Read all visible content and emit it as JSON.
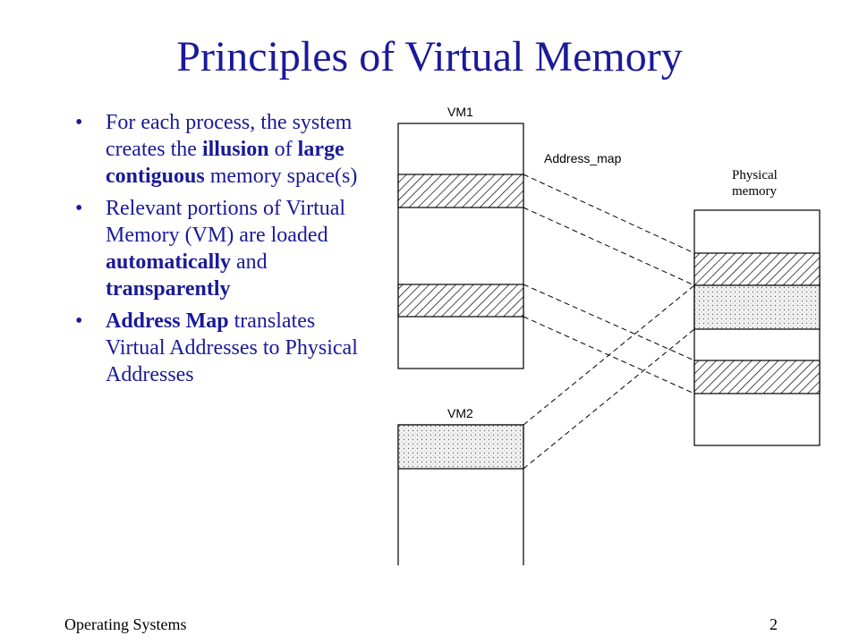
{
  "title": "Principles of Virtual Memory",
  "bullets": [
    {
      "parts": [
        {
          "text": "For each process, the system creates the ",
          "bold": false
        },
        {
          "text": "illusion",
          "bold": true
        },
        {
          "text": " of ",
          "bold": false
        },
        {
          "text": "large contiguous",
          "bold": true
        },
        {
          "text": " memory space(s)",
          "bold": false
        }
      ]
    },
    {
      "parts": [
        {
          "text": "Relevant portions of Virtual Memory (VM) are loaded ",
          "bold": false
        },
        {
          "text": "automatically",
          "bold": true
        },
        {
          "text": " and ",
          "bold": false
        },
        {
          "text": "transparently",
          "bold": true
        }
      ]
    },
    {
      "parts": [
        {
          "text": "Address Map",
          "bold": true
        },
        {
          "text": " translates Virtual Addresses to Physical Addresses",
          "bold": false
        }
      ]
    }
  ],
  "diagram": {
    "vm1_label": "VM1",
    "vm2_label": "VM2",
    "address_map_label": "Address_map",
    "physical_label_line1": "Physical",
    "physical_label_line2": "memory"
  },
  "footer": {
    "course": "Operating Systems",
    "page_number": "2"
  },
  "colors": {
    "text_blue": "#1a1a99",
    "black": "#000000"
  }
}
